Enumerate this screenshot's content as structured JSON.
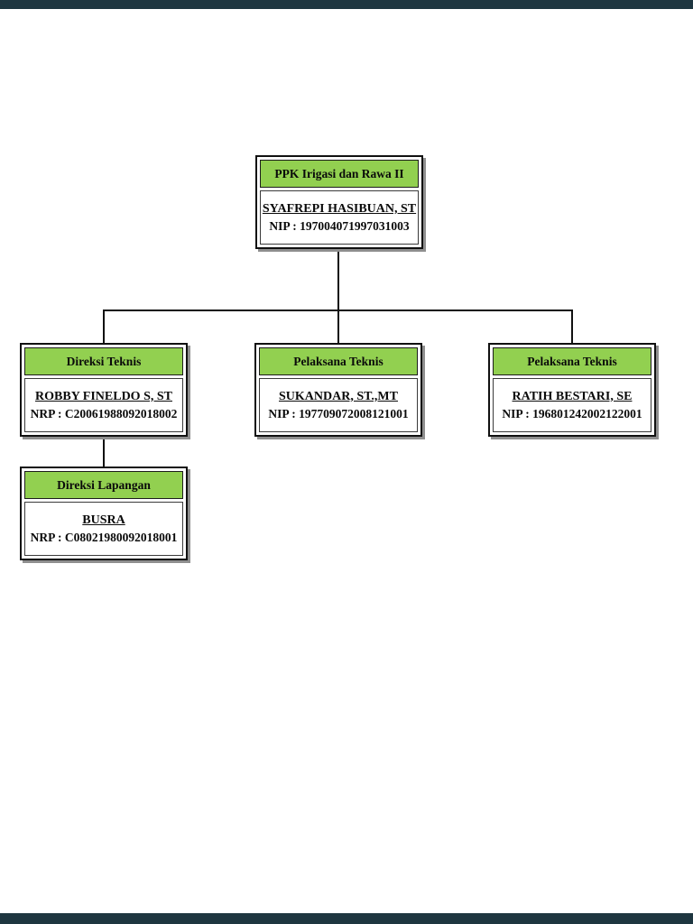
{
  "page": {
    "background": "#ffffff",
    "top_bar_color": "#1e3640",
    "bottom_bar_color": "#1e3640"
  },
  "org_chart": {
    "header_bg": "#92d050",
    "border_color": "#111111",
    "shadow_color": "#8f8f8f",
    "line_color": "#111111",
    "nodes": [
      {
        "id": "ppk",
        "title": "PPK Irigasi dan Rawa II",
        "name": "SYAFREPI HASIBUAN, ST",
        "id_line": "NIP : 197004071997031003"
      },
      {
        "id": "direksi-teknis",
        "title": "Direksi Teknis",
        "name": "ROBBY FINELDO S, ST",
        "id_line": "NRP : C20061988092018002"
      },
      {
        "id": "pelaksana-teknis-1",
        "title": "Pelaksana Teknis",
        "name": "SUKANDAR, ST.,MT",
        "id_line": "NIP : 197709072008121001"
      },
      {
        "id": "pelaksana-teknis-2",
        "title": "Pelaksana Teknis",
        "name": "RATIH BESTARI, SE",
        "id_line": "NIP : 196801242002122001"
      },
      {
        "id": "direksi-lapangan",
        "title": "Direksi Lapangan",
        "name": "BUSRA",
        "id_line": "NRP : C08021980092018001"
      }
    ]
  }
}
